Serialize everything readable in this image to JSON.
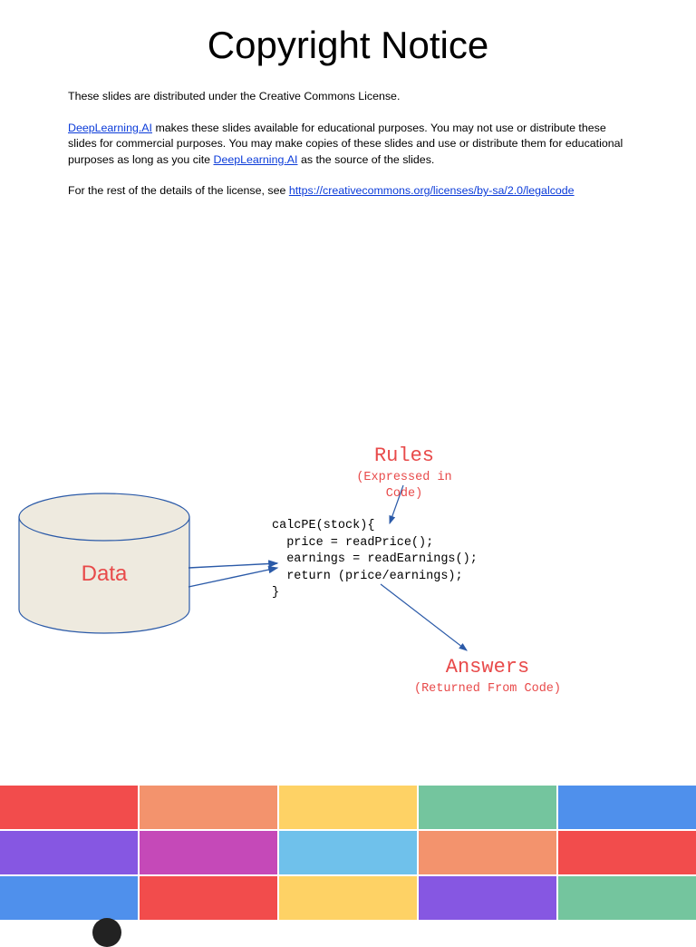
{
  "document": {
    "title": "Copyright Notice",
    "paragraph1": "These slides are distributed under the Creative Commons License.",
    "paragraph2": {
      "link1": "DeepLearning.AI",
      "text1": " makes these slides available for educational purposes. You may not use or distribute these slides for commercial purposes. You may make copies of these slides and use or distribute them for educational purposes as long as you cite ",
      "link2": "DeepLearning.AI",
      "text2": " as the source of the slides."
    },
    "paragraph3": {
      "text": "For the rest of the details of the license, see ",
      "link": "https://creativecommons.org/licenses/by-sa/2.0/legalcode"
    }
  },
  "diagram": {
    "rules_title": "Rules",
    "rules_subtitle": "(Expressed in Code)",
    "data_label": "Data",
    "code": "calcPE(stock){\n  price = readPrice();\n  earnings = readEarnings();\n  return (price/earnings);\n}",
    "answers_title": "Answers",
    "answers_subtitle": "(Returned From Code)",
    "colors": {
      "label_red": "#e84a4a",
      "cylinder_fill": "#eeeadf",
      "arrow": "#2b5aa8"
    }
  },
  "palette": {
    "colors": [
      "#f24c4c",
      "#f3936d",
      "#fed265",
      "#74c59e",
      "#4f90ec",
      "#8657e2",
      "#c549b8",
      "#6fc1eb",
      "#f3936d",
      "#f24c4c",
      "#4f90ec",
      "#f24c4c",
      "#fed265",
      "#8657e2",
      "#74c59e"
    ]
  }
}
